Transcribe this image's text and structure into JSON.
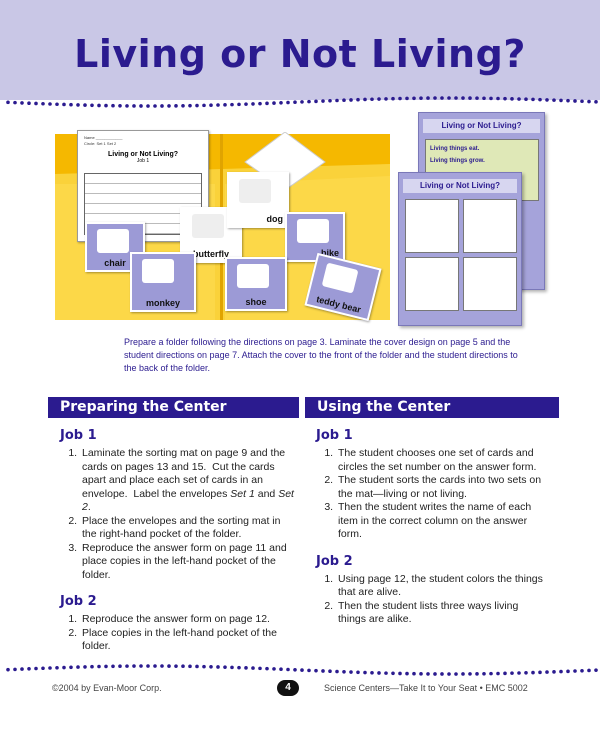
{
  "title": "Living or Not Living?",
  "illustration": {
    "worksheet_title": "Living or Not Living?",
    "worksheet_subtitle": "Job 1",
    "cards": [
      "chair",
      "butterfly",
      "dog",
      "bike",
      "monkey",
      "shoe",
      "teddy bear"
    ],
    "booklet_title": "Living or Not Living?",
    "booklet_front_title": "Living or Not Living?",
    "booklet_living": [
      "Living things eat.",
      "Living things grow."
    ]
  },
  "caption": "Prepare a folder following the directions on page 3.  Laminate the cover design on page 5 and the student directions on page 7.  Attach the cover to the front of the folder and the student directions to the back of the folder.",
  "preparing": {
    "heading": "Preparing the Center",
    "job1_heading": "Job 1",
    "job1_steps": [
      "Laminate the sorting mat on page 9 and the cards on pages 13 and 15.  Cut the cards apart and place each set of cards in an envelope.  Label the envelopes Set 1 and Set 2.",
      "Place the envelopes and the sorting mat in the right-hand pocket of the folder.",
      "Reproduce the answer form on page 11 and place copies in the left-hand pocket of the folder."
    ],
    "job2_heading": "Job 2",
    "job2_steps": [
      "Reproduce the answer form on page 12.",
      "Place copies in the left-hand pocket of the folder."
    ]
  },
  "using": {
    "heading": "Using the Center",
    "job1_heading": "Job 1",
    "job1_steps": [
      "The student chooses one set of cards and circles the set number on the answer form.",
      "The student sorts the cards into two sets on the mat—living or not living.",
      "Then the student writes the name of each item in the correct column on the answer form."
    ],
    "job2_heading": "Job 2",
    "job2_steps": [
      "Using page 12, the student colors the things that are alive.",
      "Then the student lists three ways living things are alike."
    ]
  },
  "footer": {
    "copyright": "©2004 by Evan-Moor Corp.",
    "page_number": "4",
    "book": "Science Centers—Take It to Your Seat • EMC 5002"
  },
  "colors": {
    "accent": "#2b1b8f",
    "band": "#c9c7e6",
    "card": "#9c9ad6",
    "folder": "#f7c623"
  }
}
